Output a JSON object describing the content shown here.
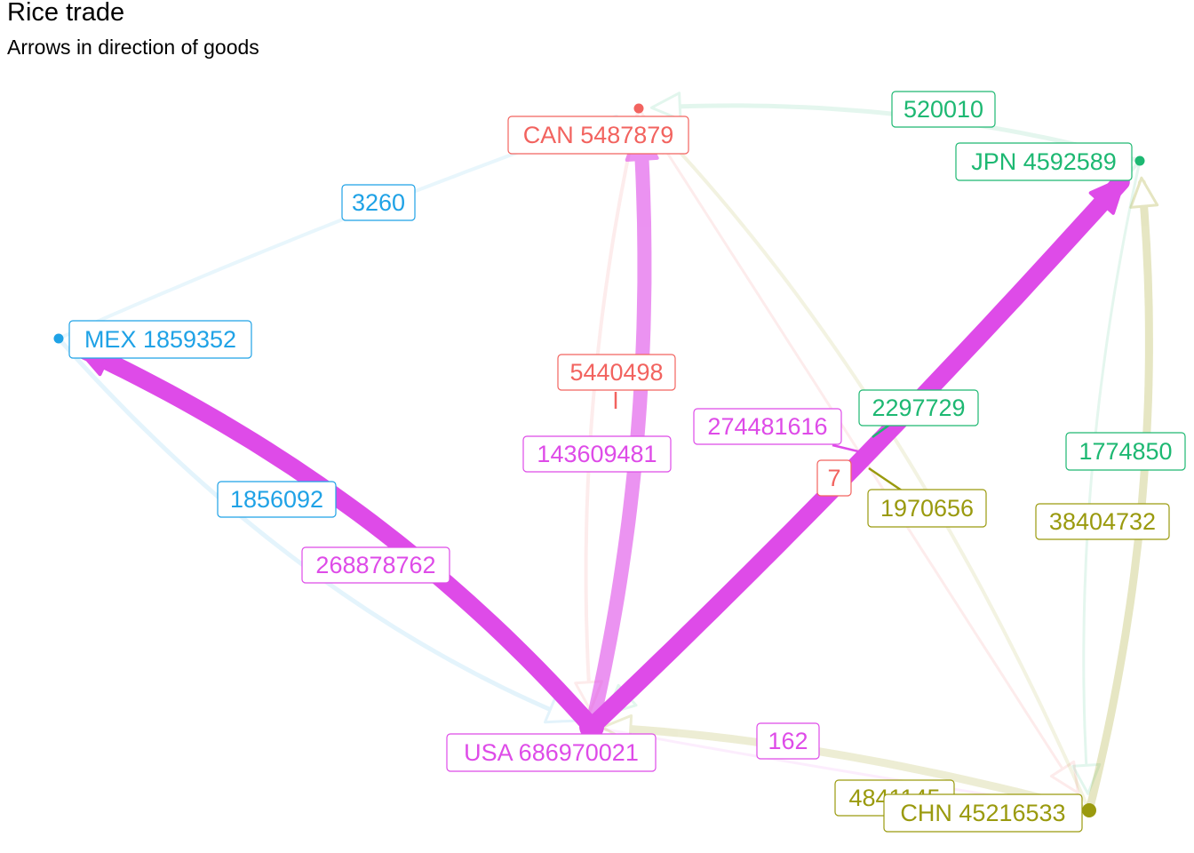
{
  "title": "Rice trade",
  "subtitle": "Arrows in direction of goods",
  "colors": {
    "CAN": "#F2635F",
    "JPN": "#1DB872",
    "MEX": "#1FA2E6",
    "CHN": "#9A9A0E",
    "USA": "#DE4BE8"
  },
  "nodes": [
    {
      "id": "CAN",
      "label": "CAN 5487879"
    },
    {
      "id": "JPN",
      "label": "JPN 4592589"
    },
    {
      "id": "MEX",
      "label": "MEX 1859352"
    },
    {
      "id": "USA",
      "label": "USA 686970021"
    },
    {
      "id": "CHN",
      "label": "CHN 45216533"
    }
  ],
  "edges": [
    {
      "from": "JPN",
      "to": "CAN",
      "label": "520010"
    },
    {
      "from": "MEX",
      "to": "CAN",
      "label": "3260"
    },
    {
      "from": "MEX",
      "to": "USA",
      "label": "1856092"
    },
    {
      "from": "CAN",
      "to": "USA",
      "label": "5440498"
    },
    {
      "from": "CAN",
      "to": "CHN",
      "label": "7"
    },
    {
      "from": "JPN",
      "to": "USA",
      "label": "2297729"
    },
    {
      "from": "JPN",
      "to": "CHN",
      "label": "1774850"
    },
    {
      "from": "CHN",
      "to": "CAN",
      "label": "1970656"
    },
    {
      "from": "CHN",
      "to": "JPN",
      "label": "38404732"
    },
    {
      "from": "CHN",
      "to": "USA",
      "label": "4841145"
    },
    {
      "from": "USA",
      "to": "CAN",
      "label": "143609481"
    },
    {
      "from": "USA",
      "to": "MEX",
      "label": "268878762"
    },
    {
      "from": "USA",
      "to": "JPN",
      "label": "274481616"
    },
    {
      "from": "USA",
      "to": "CHN",
      "label": "162"
    }
  ]
}
